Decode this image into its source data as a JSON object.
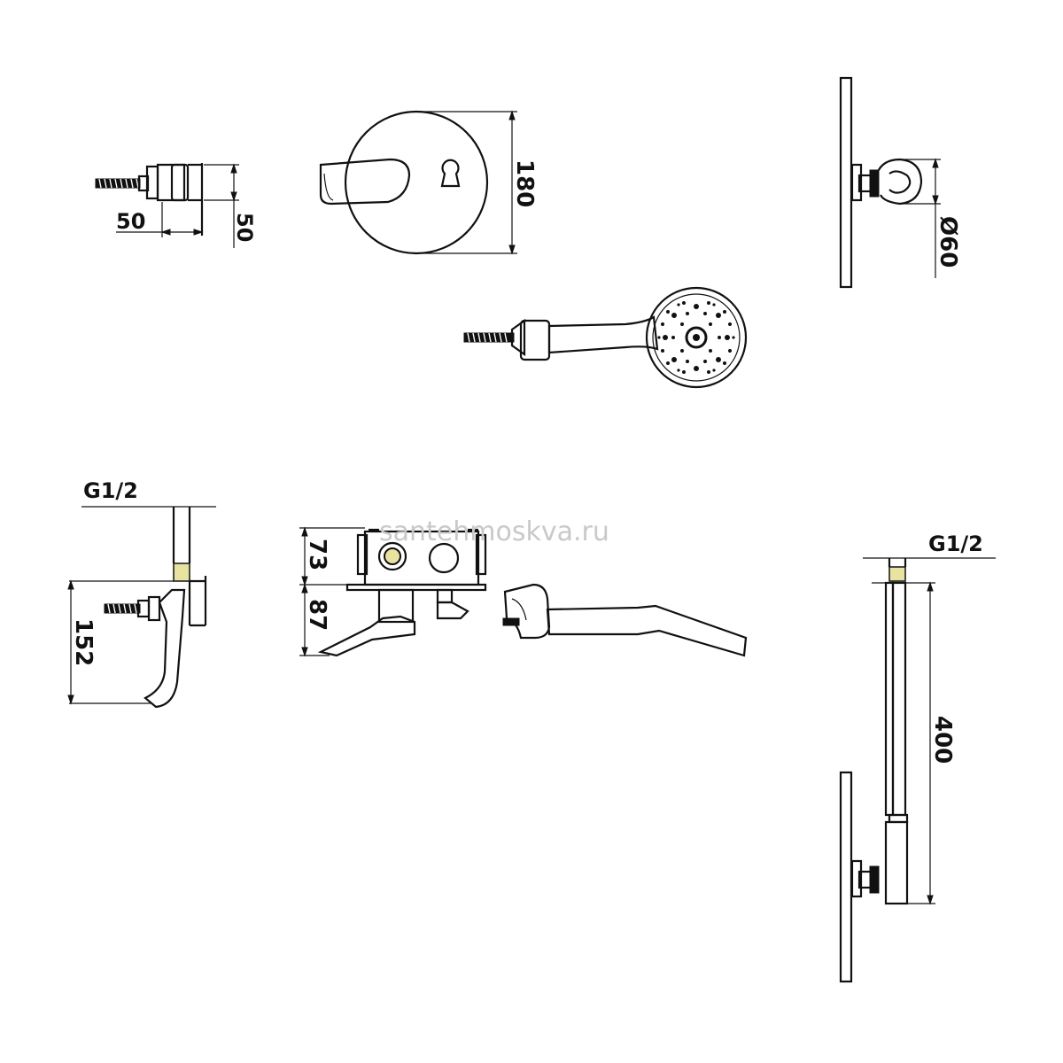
{
  "watermark": "santehmoskva.ru",
  "dimensions": {
    "wall_connector_length": "50",
    "wall_connector_height": "50",
    "cover_plate_diameter": "180",
    "holder_diameter": "Ø60",
    "spout_thread": "G1/2",
    "spout_height": "152",
    "body_upper_depth": "73",
    "body_lower_depth": "87",
    "bar_thread": "G1/2",
    "bar_length": "400"
  },
  "colors": {
    "line": "#111111",
    "background": "#ffffff",
    "highlight": "#e8e3a0",
    "watermark": "#c9c9c9"
  }
}
